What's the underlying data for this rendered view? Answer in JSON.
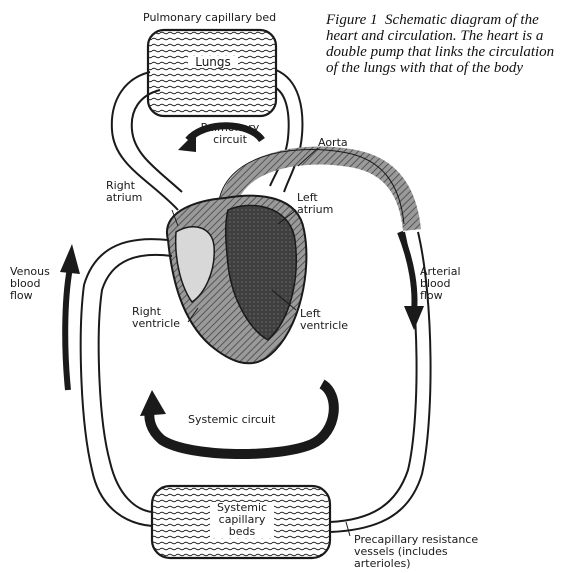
{
  "caption": {
    "number": "Figure 1",
    "text": "Schematic diagram of the heart and circulation. The heart is a double pump that links the circulation of the lungs with that of the body"
  },
  "labels": {
    "pulmonary_bed": "Pulmonary capillary bed",
    "lungs": "Lungs",
    "pulmonary_circuit": "Pulmonary circuit",
    "aorta": "Aorta",
    "right_atrium": "Right atrium",
    "left_atrium": "Left atrium",
    "venous_flow": "Venous blood flow",
    "arterial_flow": "Arterial blood flow",
    "right_ventricle": "Right ventricle",
    "left_ventricle": "Left ventricle",
    "systemic_circuit": "Systemic circuit",
    "systemic_beds": "Systemic capillary beds",
    "precapillary": "Precapillary resistance vessels (includes arterioles)"
  },
  "colors": {
    "ink": "#1a1a1a",
    "heart": "#555555",
    "shade": "#8a8a8a"
  }
}
